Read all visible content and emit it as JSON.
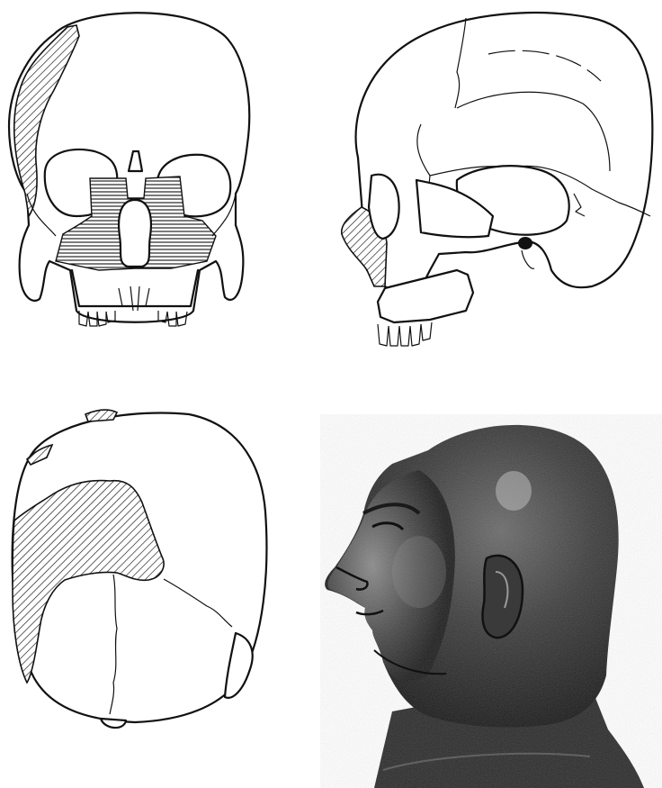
{
  "plates": [
    {
      "id": "skull-frontal",
      "view": "frontal"
    },
    {
      "id": "skull-lateral",
      "view": "lateral"
    },
    {
      "id": "skull-superior",
      "view": "superior"
    },
    {
      "id": "head-reconstruction",
      "view": "profile"
    }
  ],
  "colors": {
    "line": "#111111",
    "background": "#ffffff",
    "bronze": "#2e2e2e"
  }
}
